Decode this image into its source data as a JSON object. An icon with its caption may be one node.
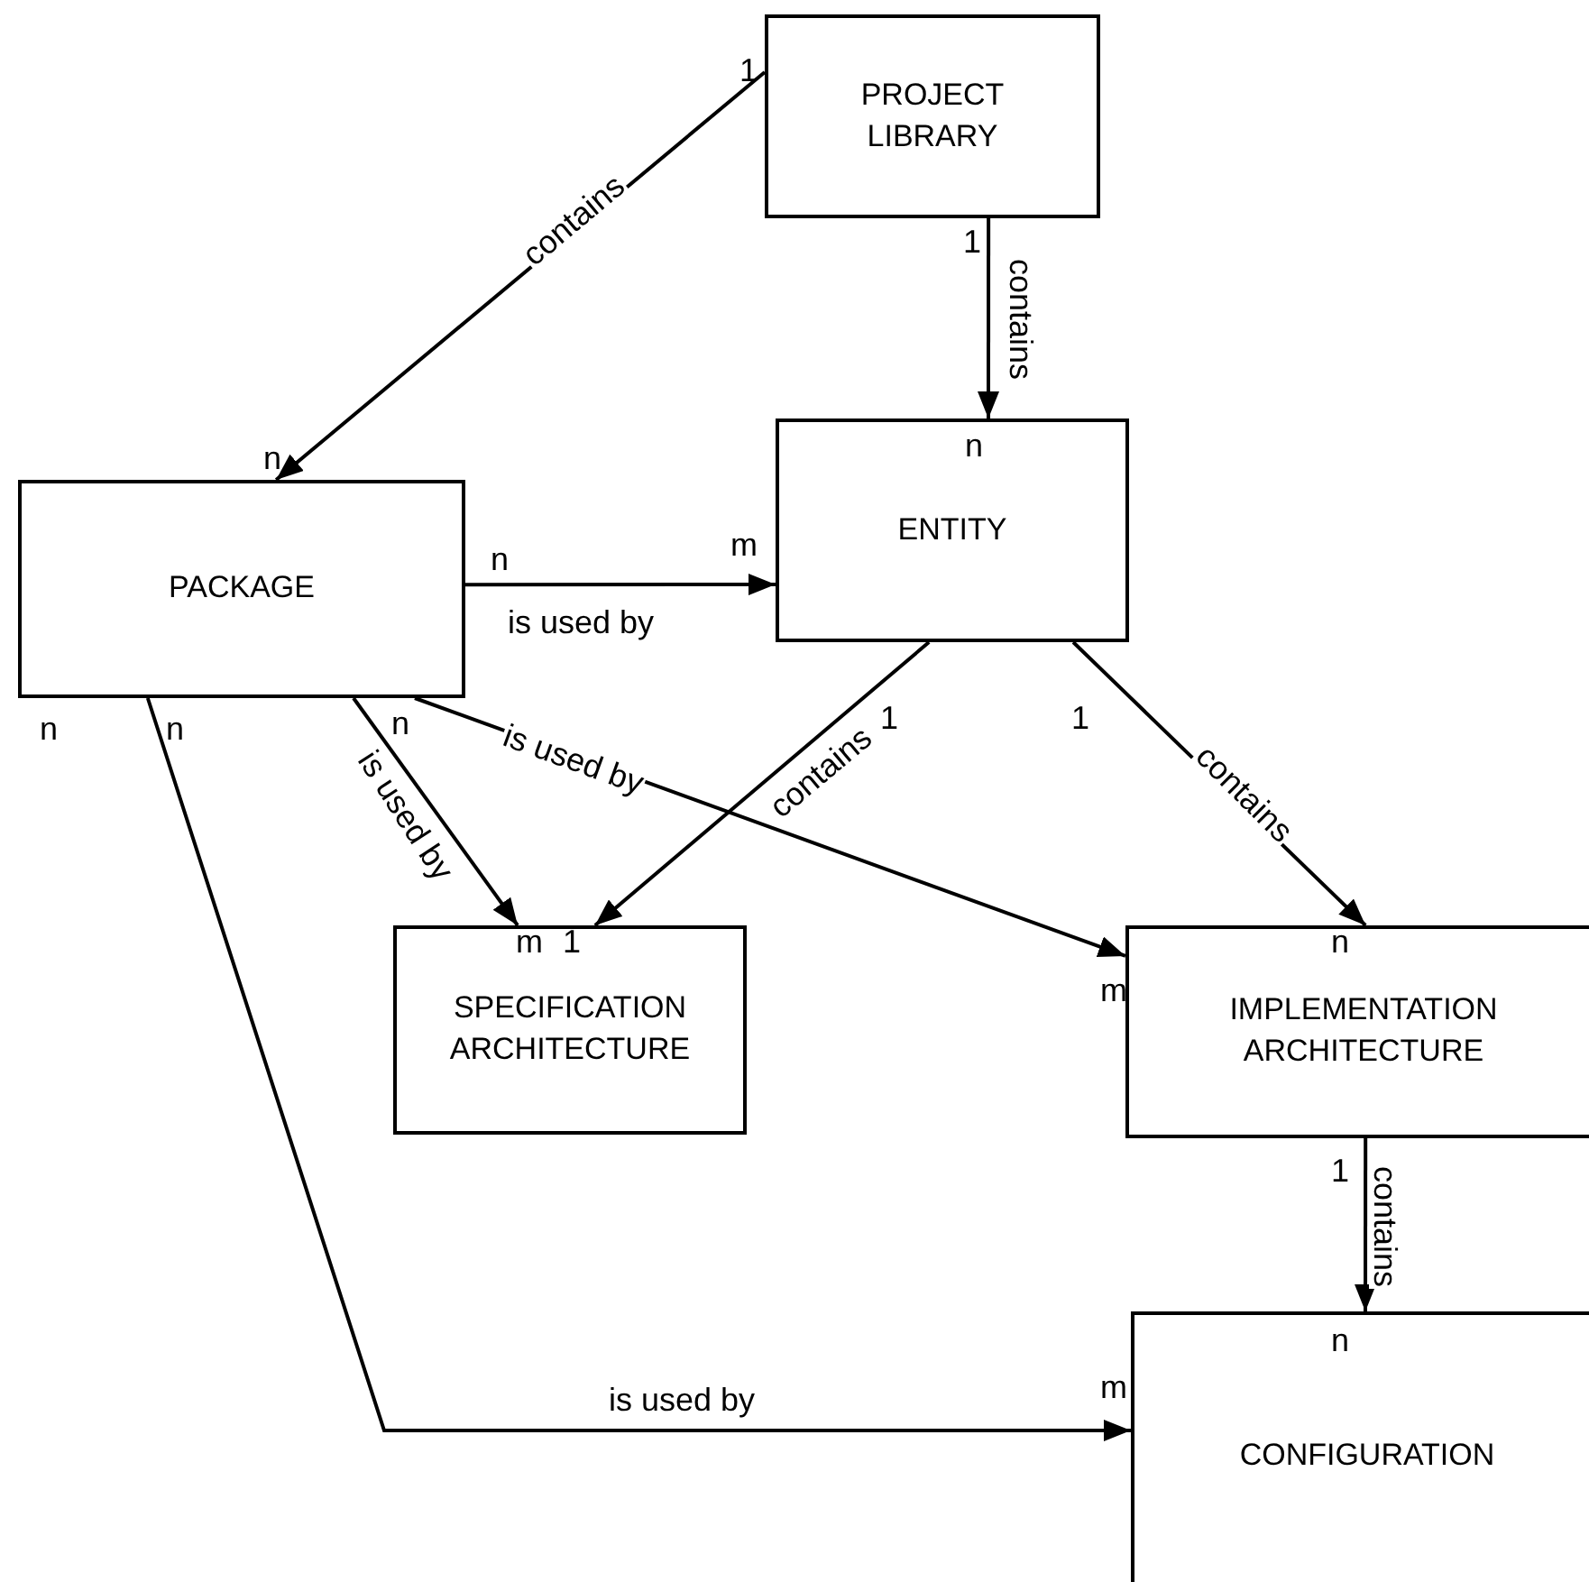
{
  "diagram": {
    "nodes": [
      {
        "text": [
          "PROJECT LIBRARY"
        ]
      },
      {
        "text": [
          "PACKAGE"
        ]
      },
      {
        "text": [
          "ENTITY"
        ]
      },
      {
        "text": [
          "SPECIFICATION ARCHITECTURE"
        ]
      },
      {
        "text": [
          "IMPLEMENTATION ARCHITECTURE"
        ]
      },
      {
        "text": [
          "CONFIGURATION"
        ]
      }
    ],
    "edges": [
      {
        "from": 0,
        "to": 1,
        "label": "contains",
        "arrow": "to"
      },
      {
        "from": 0,
        "to": 2,
        "label": "contains",
        "arrow": "to"
      },
      {
        "from": 1,
        "to": 2,
        "label": "is used by",
        "arrow": "to"
      },
      {
        "from": 2,
        "to": 3,
        "label": "contains",
        "arrow": "to"
      },
      {
        "from": 2,
        "to": 4,
        "label": "contains",
        "arrow": "to"
      },
      {
        "from": 1,
        "to": 3,
        "label": "is used by",
        "arrow": "to"
      },
      {
        "from": 1,
        "to": 4,
        "label": "is used by",
        "arrow": "to"
      },
      {
        "from": 4,
        "to": 5,
        "label": "contains",
        "arrow": "to"
      },
      {
        "from": 1,
        "to": 5,
        "label": "is used by",
        "arrow": "to"
      }
    ],
    "labels": [
      "1",
      "1",
      "n",
      "n",
      "n",
      "m",
      "n",
      "n",
      "n",
      "1",
      "1",
      "m",
      "1",
      "n",
      "m",
      "1",
      "n",
      "m"
    ]
  }
}
